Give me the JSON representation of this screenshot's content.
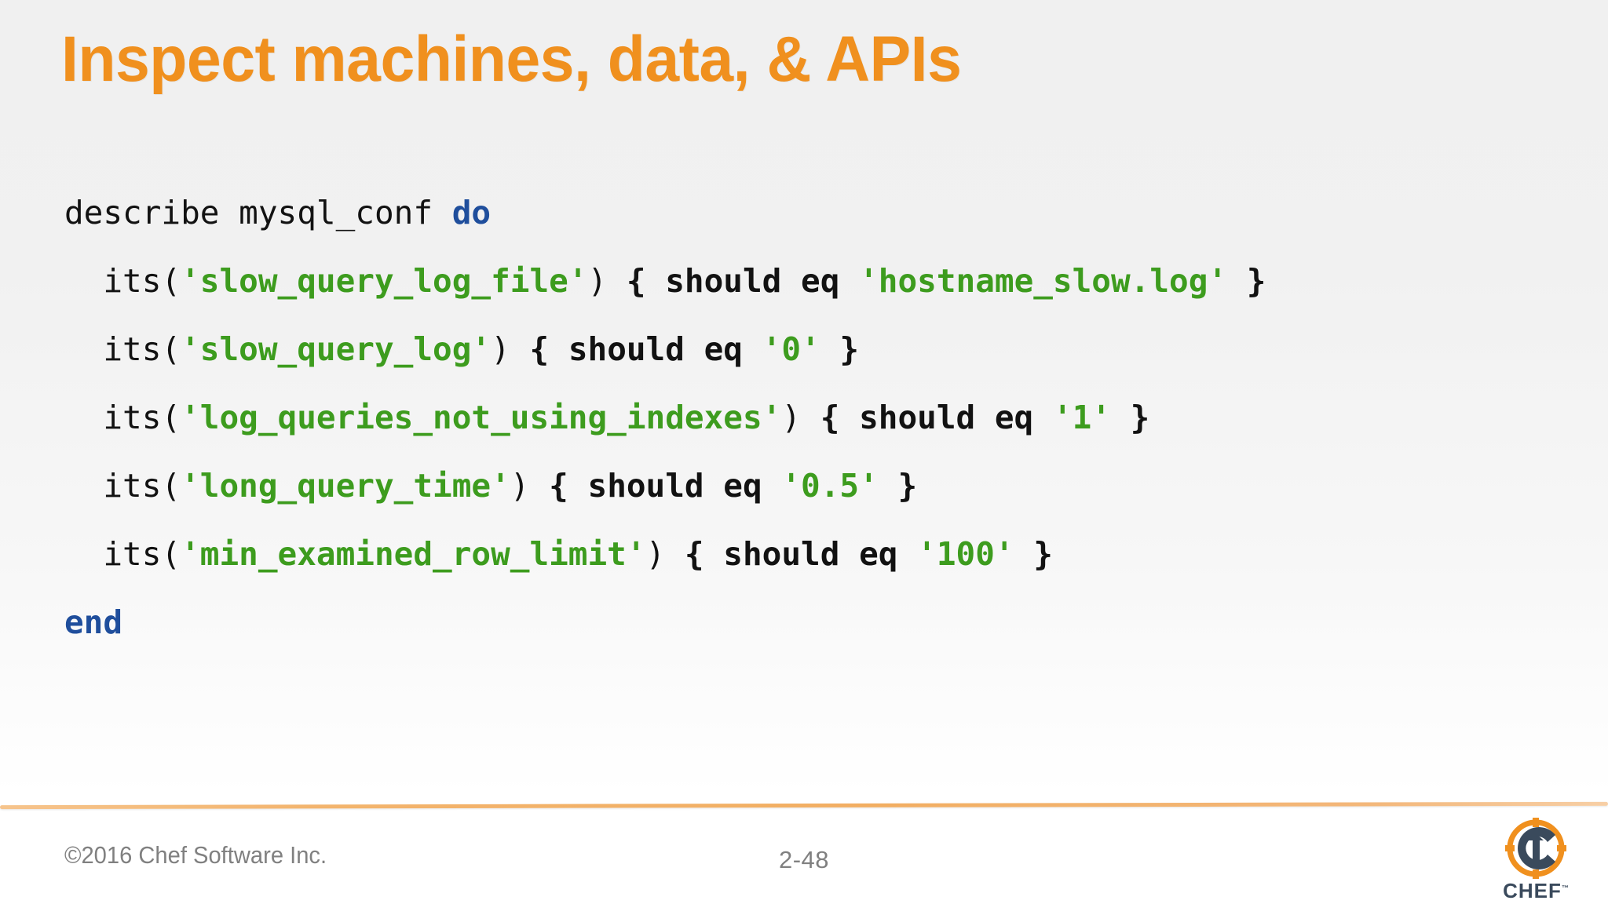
{
  "slide": {
    "title": "Inspect machines, data, & APIs",
    "background_color": "#f2f2f2",
    "title_color": "#F0901E"
  },
  "code": {
    "language": "ruby",
    "colors": {
      "plain": "#121212",
      "keyword": "#1F4E9C",
      "string": "#3D9C1E"
    },
    "lines": [
      {
        "indent": 0,
        "tokens": [
          {
            "t": "plain",
            "v": "describe mysql_conf "
          },
          {
            "t": "kw",
            "v": "do"
          }
        ]
      },
      {
        "indent": 1,
        "tokens": [
          {
            "t": "plain",
            "v": "its("
          },
          {
            "t": "str",
            "v": "'slow_query_log_file'"
          },
          {
            "t": "plain",
            "v": ") "
          },
          {
            "t": "bold",
            "v": "{ should eq "
          },
          {
            "t": "str",
            "v": "'hostname_slow.log'"
          },
          {
            "t": "bold",
            "v": " }"
          }
        ]
      },
      {
        "indent": 1,
        "tokens": [
          {
            "t": "plain",
            "v": "its("
          },
          {
            "t": "str",
            "v": "'slow_query_log'"
          },
          {
            "t": "plain",
            "v": ") "
          },
          {
            "t": "bold",
            "v": "{ should eq "
          },
          {
            "t": "str",
            "v": "'0'"
          },
          {
            "t": "bold",
            "v": " }"
          }
        ]
      },
      {
        "indent": 1,
        "tokens": [
          {
            "t": "plain",
            "v": "its("
          },
          {
            "t": "str",
            "v": "'log_queries_not_using_indexes'"
          },
          {
            "t": "plain",
            "v": ") "
          },
          {
            "t": "bold",
            "v": "{ should eq "
          },
          {
            "t": "str",
            "v": "'1'"
          },
          {
            "t": "bold",
            "v": " }"
          }
        ]
      },
      {
        "indent": 1,
        "tokens": [
          {
            "t": "plain",
            "v": "its("
          },
          {
            "t": "str",
            "v": "'long_query_time'"
          },
          {
            "t": "plain",
            "v": ") "
          },
          {
            "t": "bold",
            "v": "{ should eq "
          },
          {
            "t": "str",
            "v": "'0.5'"
          },
          {
            "t": "bold",
            "v": " }"
          }
        ]
      },
      {
        "indent": 1,
        "tokens": [
          {
            "t": "plain",
            "v": "its("
          },
          {
            "t": "str",
            "v": "'min_examined_row_limit'"
          },
          {
            "t": "plain",
            "v": ") "
          },
          {
            "t": "bold",
            "v": "{ should eq "
          },
          {
            "t": "str",
            "v": "'100'"
          },
          {
            "t": "bold",
            "v": " }"
          }
        ]
      },
      {
        "indent": 0,
        "tokens": [
          {
            "t": "kw",
            "v": "end"
          }
        ]
      }
    ],
    "plain_text": "describe mysql_conf do\n  its('slow_query_log_file') { should eq 'hostname_slow.log' }\n  its('slow_query_log') { should eq '0' }\n  its('log_queries_not_using_indexes') { should eq '1' }\n  its('long_query_time') { should eq '0.5' }\n  its('min_examined_row_limit') { should eq '100' }\nend"
  },
  "footer": {
    "copyright": "©2016 Chef Software Inc.",
    "page_number": "2-48",
    "rule_color": "#F2AE62",
    "logo": {
      "wordmark": "CHEF",
      "trademark": "™",
      "ring_color": "#F0901E",
      "mark_color": "#3A4A5C"
    }
  }
}
